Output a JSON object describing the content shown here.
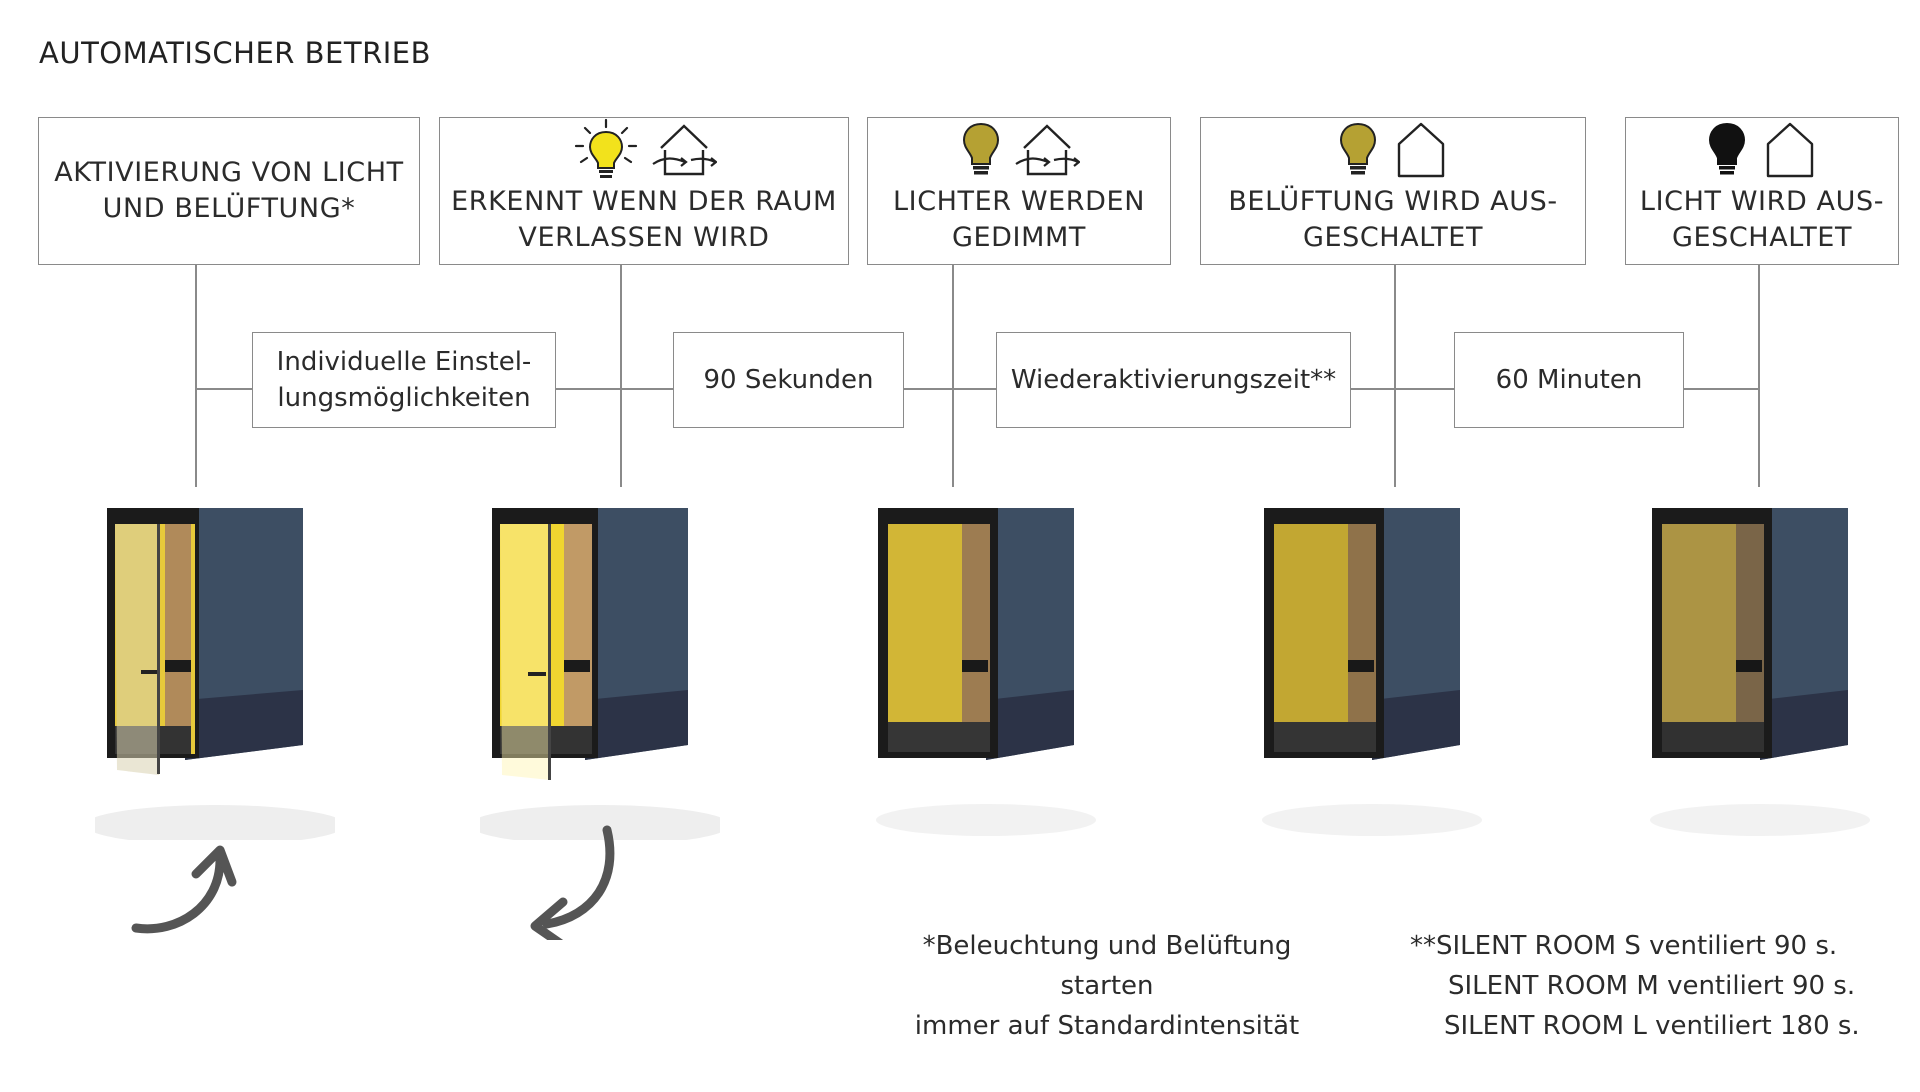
{
  "title": "AUTOMATISCHER BETRIEB",
  "steps": [
    {
      "line1": "AKTIVIERUNG VON LICHT",
      "line2": "UND BELÜFTUNG*",
      "bulb": "none",
      "house": "none"
    },
    {
      "line1": "ERKENNT WENN DER RAUM",
      "line2": "VERLASSEN WIRD",
      "bulb": "bright-bulb-icon",
      "house": "house-airflow-icon"
    },
    {
      "line1": "LICHTER WERDEN",
      "line2": "GEDIMMT",
      "bulb": "dimmed-bulb-icon",
      "house": "house-airflow-icon"
    },
    {
      "line1": "BELÜFTUNG WIRD AUS-",
      "line2": "GESCHALTET",
      "bulb": "dimmed-bulb-icon",
      "house": "house-icon"
    },
    {
      "line1": "LICHT WIRD AUS-",
      "line2": "GESCHALTET",
      "bulb": "off-bulb-icon",
      "house": "house-icon"
    }
  ],
  "intervals": [
    {
      "line1": "Individuelle Einstel-",
      "line2": "lungsmöglichkeiten"
    },
    {
      "line1": "90 Sekunden",
      "line2": ""
    },
    {
      "line1": "Wiederaktivierungszeit**",
      "line2": ""
    },
    {
      "line1": "60 Minuten",
      "line2": ""
    }
  ],
  "footnote1": {
    "line1": "*Beleuchtung und Belüftung starten",
    "line2": "immer auf Standardintensität"
  },
  "footnote2": {
    "line1": "**SILENT ROOM S ventiliert 90 s.",
    "line2": "SILENT ROOM M ventiliert 90 s.",
    "line3": "SILENT ROOM L ventiliert 180 s."
  },
  "colors": {
    "bright_bulb": "#f2e21c",
    "dimmed_bulb": "#b5a133",
    "off_bulb": "#111111",
    "booth_body": "#3d4e63",
    "booth_frame": "#1b1b1b",
    "interior_yellow": "#e7c93a",
    "wood": "#b08a5a",
    "arrow": "#555555"
  }
}
